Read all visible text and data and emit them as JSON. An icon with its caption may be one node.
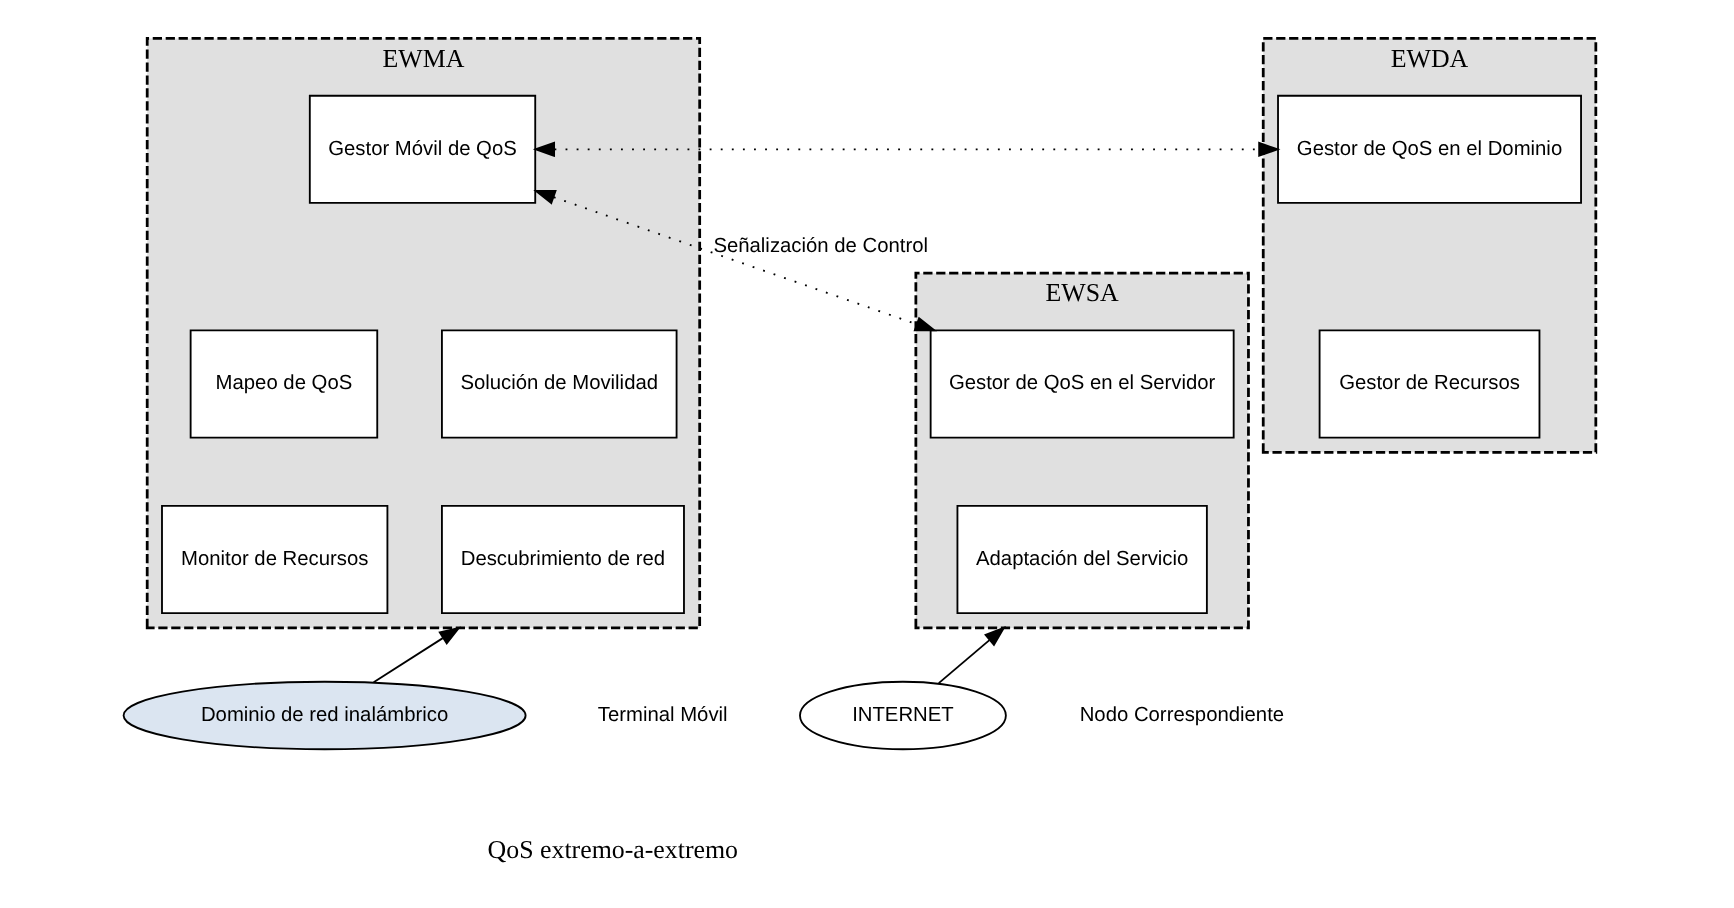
{
  "diagram": {
    "nodes": [
      {
        "text": [
          "EWMA"
        ],
        "beside": [
          "Terminal Móvil"
        ]
      },
      {
        "text": [
          "Gestor Móvil de QoS"
        ],
        "in": 0
      },
      {
        "text": [
          "Mapeo de QoS"
        ],
        "in": 0
      },
      {
        "text": [
          "Solución de Movilidad"
        ],
        "in": 0
      },
      {
        "text": [
          "Monitor de Recursos"
        ],
        "in": 0
      },
      {
        "text": [
          "Descubrimiento de red"
        ],
        "in": 0
      },
      {
        "text": [
          "EWDA"
        ]
      },
      {
        "text": [
          "Gestor de QoS en el Dominio"
        ],
        "in": 6
      },
      {
        "text": [
          "Gestor de Recursos"
        ],
        "in": 6
      },
      {
        "text": [
          "EWSA"
        ],
        "beside": [
          "Nodo Correspondiente"
        ]
      },
      {
        "text": [
          "Gestor de QoS en el Servidor"
        ],
        "in": 9
      },
      {
        "text": [
          "Adaptación del Servicio"
        ],
        "in": 9
      },
      {
        "text": [
          "Dominio de red inalámbrico"
        ]
      },
      {
        "text": [
          "INTERNET"
        ]
      }
    ],
    "edges": [
      {
        "from": 1,
        "to": 10,
        "arrow": "both",
        "style": "dashed",
        "label": "Señalización de Control"
      },
      {
        "from": 1,
        "to": 7,
        "arrow": "both",
        "style": "dashed"
      },
      {
        "from": 12,
        "to": 0,
        "arrow": "to"
      },
      {
        "from": 13,
        "to": 9,
        "arrow": "to"
      }
    ],
    "labels": [
      "QoS extremo-a-extremo"
    ]
  }
}
